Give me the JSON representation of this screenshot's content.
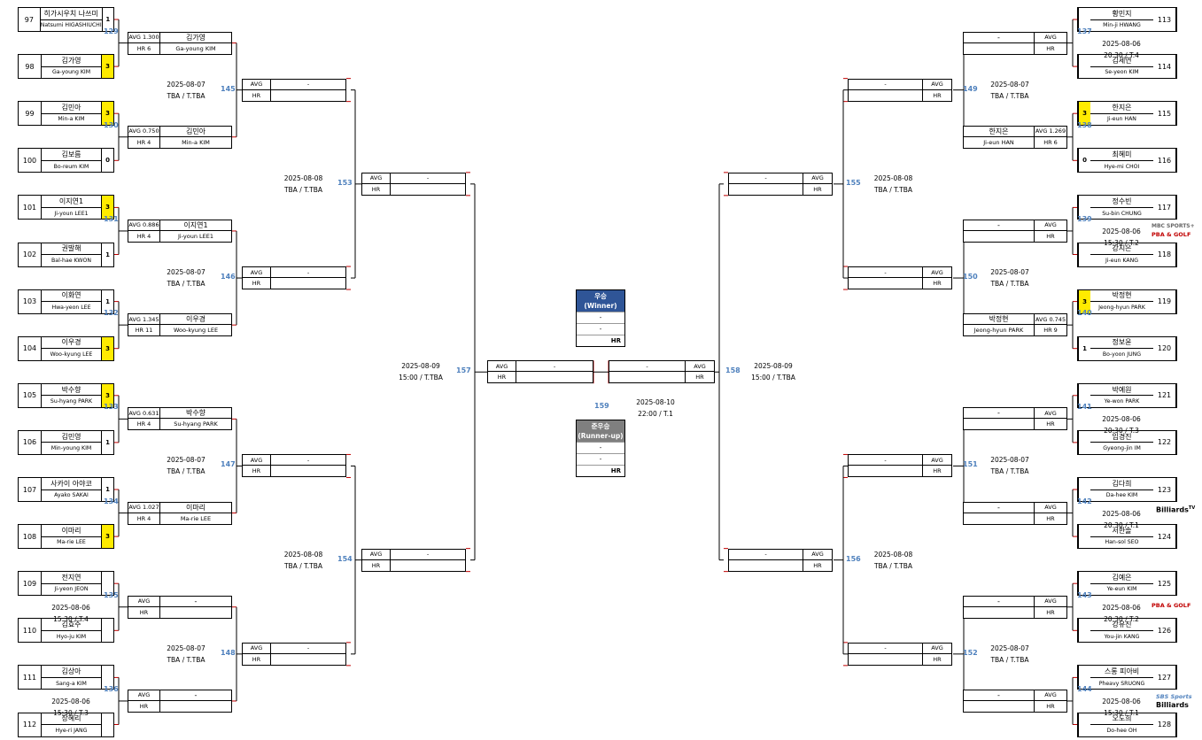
{
  "seeds": [
    {
      "n": "97",
      "ko": "히가시우치 나쓰미",
      "en": "Natsumi HIGASHIUCHI",
      "s": "1",
      "w": false
    },
    {
      "n": "98",
      "ko": "김가영",
      "en": "Ga-young KIM",
      "s": "3",
      "w": true
    },
    {
      "n": "99",
      "ko": "김민아",
      "en": "Min-a KIM",
      "s": "3",
      "w": true
    },
    {
      "n": "100",
      "ko": "김보름",
      "en": "Bo-reum KIM",
      "s": "0",
      "w": false
    },
    {
      "n": "101",
      "ko": "이지연1",
      "en": "Ji-youn LEE1",
      "s": "3",
      "w": true
    },
    {
      "n": "102",
      "ko": "권발해",
      "en": "Bal-hae KWON",
      "s": "1",
      "w": false
    },
    {
      "n": "103",
      "ko": "이화연",
      "en": "Hwa-yeon LEE",
      "s": "1",
      "w": false
    },
    {
      "n": "104",
      "ko": "이우경",
      "en": "Woo-kyung LEE",
      "s": "3",
      "w": true
    },
    {
      "n": "105",
      "ko": "박수향",
      "en": "Su-hyang PARK",
      "s": "3",
      "w": true
    },
    {
      "n": "106",
      "ko": "김민영",
      "en": "Min-young KIM",
      "s": "1",
      "w": false
    },
    {
      "n": "107",
      "ko": "사카이 아야코",
      "en": "Ayako SAKAI",
      "s": "1",
      "w": false
    },
    {
      "n": "108",
      "ko": "이마리",
      "en": "Ma-rie LEE",
      "s": "3",
      "w": true
    },
    {
      "n": "109",
      "ko": "전지연",
      "en": "Ji-yeon JEON",
      "s": "",
      "w": false
    },
    {
      "n": "110",
      "ko": "김효주",
      "en": "Hyo-ju KIM",
      "s": "",
      "w": false
    },
    {
      "n": "111",
      "ko": "김상아",
      "en": "Sang-a KIM",
      "s": "",
      "w": false
    },
    {
      "n": "112",
      "ko": "장혜리",
      "en": "Hye-ri JANG",
      "s": "",
      "w": false
    },
    {
      "n": "113",
      "ko": "황민지",
      "en": "Min-ji HWANG",
      "s": "",
      "w": false
    },
    {
      "n": "114",
      "ko": "김세연",
      "en": "Se-yeon KIM",
      "s": "",
      "w": false
    },
    {
      "n": "115",
      "ko": "한지은",
      "en": "Ji-eun HAN",
      "s": "3",
      "w": true
    },
    {
      "n": "116",
      "ko": "최혜미",
      "en": "Hye-mi CHOI",
      "s": "0",
      "w": false
    },
    {
      "n": "117",
      "ko": "정수빈",
      "en": "Su-bin CHUNG",
      "s": "",
      "w": false
    },
    {
      "n": "118",
      "ko": "강지은",
      "en": "Ji-eun KANG",
      "s": "",
      "w": false
    },
    {
      "n": "119",
      "ko": "박정현",
      "en": "Jeong-hyun PARK",
      "s": "3",
      "w": true
    },
    {
      "n": "120",
      "ko": "정보윤",
      "en": "Bo-yoon JUNG",
      "s": "1",
      "w": false
    },
    {
      "n": "121",
      "ko": "박예원",
      "en": "Ye-won PARK",
      "s": "",
      "w": false
    },
    {
      "n": "122",
      "ko": "임경진",
      "en": "Gyeong-jin IM",
      "s": "",
      "w": false
    },
    {
      "n": "123",
      "ko": "김다희",
      "en": "Da-hee KIM",
      "s": "",
      "w": false
    },
    {
      "n": "124",
      "ko": "서한솔",
      "en": "Han-sol SEO",
      "s": "",
      "w": false
    },
    {
      "n": "125",
      "ko": "김예은",
      "en": "Ye-eun KIM",
      "s": "",
      "w": false
    },
    {
      "n": "126",
      "ko": "강유진",
      "en": "You-jin KANG",
      "s": "",
      "w": false
    },
    {
      "n": "127",
      "ko": "스롱 피아비",
      "en": "Pheavy SRUONG",
      "s": "",
      "w": false
    },
    {
      "n": "128",
      "ko": "오도희",
      "en": "Do-hee OH",
      "s": "",
      "w": false
    }
  ],
  "r2": [
    {
      "m": "129",
      "avg": "AVG 1.300",
      "hr": "HR 6",
      "ko": "김가영",
      "en": "Ga-young KIM",
      "d": "",
      "t": ""
    },
    {
      "m": "130",
      "avg": "AVG 0.750",
      "hr": "HR 4",
      "ko": "김민아",
      "en": "Min-a KIM",
      "d": "",
      "t": ""
    },
    {
      "m": "131",
      "avg": "AVG 0.886",
      "hr": "HR 4",
      "ko": "이지연1",
      "en": "Ji-youn LEE1",
      "d": "",
      "t": ""
    },
    {
      "m": "132",
      "avg": "AVG 1.345",
      "hr": "HR 11",
      "ko": "이우경",
      "en": "Woo-kyung LEE",
      "d": "",
      "t": ""
    },
    {
      "m": "133",
      "avg": "AVG 0.631",
      "hr": "HR 4",
      "ko": "박수향",
      "en": "Su-hyang PARK",
      "d": "",
      "t": ""
    },
    {
      "m": "134",
      "avg": "AVG 1.027",
      "hr": "HR 4",
      "ko": "이마리",
      "en": "Ma-rie LEE",
      "d": "",
      "t": ""
    },
    {
      "m": "135",
      "avg": "AVG",
      "hr": "HR",
      "ko": "-",
      "en": "",
      "d": "2025-08-06",
      "t": "15:30 / T.4"
    },
    {
      "m": "136",
      "avg": "AVG",
      "hr": "HR",
      "ko": "-",
      "en": "",
      "d": "2025-08-06",
      "t": "15:30 / T.3"
    },
    {
      "m": "137",
      "avg": "AVG",
      "hr": "HR",
      "ko": "-",
      "en": "",
      "d": "2025-08-06",
      "t": "20:30 / T.4"
    },
    {
      "m": "138",
      "avg": "AVG 1.269",
      "hr": "HR 6",
      "ko": "한지은",
      "en": "Ji-eun HAN",
      "d": "",
      "t": ""
    },
    {
      "m": "139",
      "avg": "AVG",
      "hr": "HR",
      "ko": "-",
      "en": "",
      "d": "2025-08-06",
      "t": "15:30 / T.2"
    },
    {
      "m": "140",
      "avg": "AVG 0.745",
      "hr": "HR 9",
      "ko": "박정현",
      "en": "Jeong-hyun PARK",
      "d": "",
      "t": ""
    },
    {
      "m": "141",
      "avg": "AVG",
      "hr": "HR",
      "ko": "-",
      "en": "",
      "d": "2025-08-06",
      "t": "20:30 / T.3"
    },
    {
      "m": "142",
      "avg": "AVG",
      "hr": "HR",
      "ko": "-",
      "en": "",
      "d": "2025-08-06",
      "t": "20:30 / T.1"
    },
    {
      "m": "143",
      "avg": "AVG",
      "hr": "HR",
      "ko": "-",
      "en": "",
      "d": "2025-08-06",
      "t": "20:30 / T.2"
    },
    {
      "m": "144",
      "avg": "AVG",
      "hr": "HR",
      "ko": "-",
      "en": "",
      "d": "2025-08-06",
      "t": "15:30 / T.1"
    }
  ],
  "r3": [
    {
      "m": "145",
      "d": "2025-08-07",
      "t": "TBA / T.TBA"
    },
    {
      "m": "146",
      "d": "2025-08-07",
      "t": "TBA / T.TBA"
    },
    {
      "m": "147",
      "d": "2025-08-07",
      "t": "TBA / T.TBA"
    },
    {
      "m": "148",
      "d": "2025-08-07",
      "t": "TBA / T.TBA"
    },
    {
      "m": "149",
      "d": "2025-08-07",
      "t": "TBA / T.TBA"
    },
    {
      "m": "150",
      "d": "2025-08-07",
      "t": "TBA / T.TBA"
    },
    {
      "m": "151",
      "d": "2025-08-07",
      "t": "TBA / T.TBA"
    },
    {
      "m": "152",
      "d": "2025-08-07",
      "t": "TBA / T.TBA"
    }
  ],
  "r4": [
    {
      "m": "153",
      "d": "2025-08-08",
      "t": "TBA / T.TBA"
    },
    {
      "m": "154",
      "d": "2025-08-08",
      "t": "TBA / T.TBA"
    },
    {
      "m": "155",
      "d": "2025-08-08",
      "t": "TBA / T.TBA"
    },
    {
      "m": "156",
      "d": "2025-08-08",
      "t": "TBA / T.TBA"
    }
  ],
  "r5": [
    {
      "m": "157",
      "d": "2025-08-09",
      "t": "15:00 / T.TBA"
    },
    {
      "m": "158",
      "d": "2025-08-09",
      "t": "15:00 / T.TBA"
    }
  ],
  "final": {
    "m": "159",
    "d": "2025-08-10",
    "t": "22:00 / T.1"
  },
  "winner": {
    "title": "우승",
    "sub": "(Winner)",
    "l1": "-",
    "l2": "-",
    "hr": "HR",
    "color": "#2f5597"
  },
  "runner": {
    "title": "준우승",
    "sub": "(Runner-up)",
    "l1": "-",
    "l2": "-",
    "hr": "HR",
    "color": "#7f7f7f"
  },
  "dash": "-",
  "avg": "AVG",
  "hr": "HR",
  "logos": {
    "mbc": "MBC SPORTS+",
    "pba1": "PBA & GOLF",
    "billiards": "Billiards",
    "tv": "TV",
    "pba2": "PBA & GOLF",
    "sbs": "SBS Sports",
    "billiards2": "Billiards"
  },
  "colors": {
    "accent": "#4f81bd",
    "win": "#ffeb00",
    "connector": "#c00000"
  }
}
